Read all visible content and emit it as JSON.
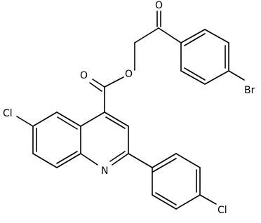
{
  "molecule": {
    "atoms": {
      "carbonyl_oxygen_ketone": "O",
      "carbonyl_oxygen_ester": "O",
      "ester_oxygen": "O",
      "bromine": "Br",
      "chlorine_quinoline": "Cl",
      "nitrogen": "N",
      "chlorine_phenyl": "Cl"
    }
  }
}
